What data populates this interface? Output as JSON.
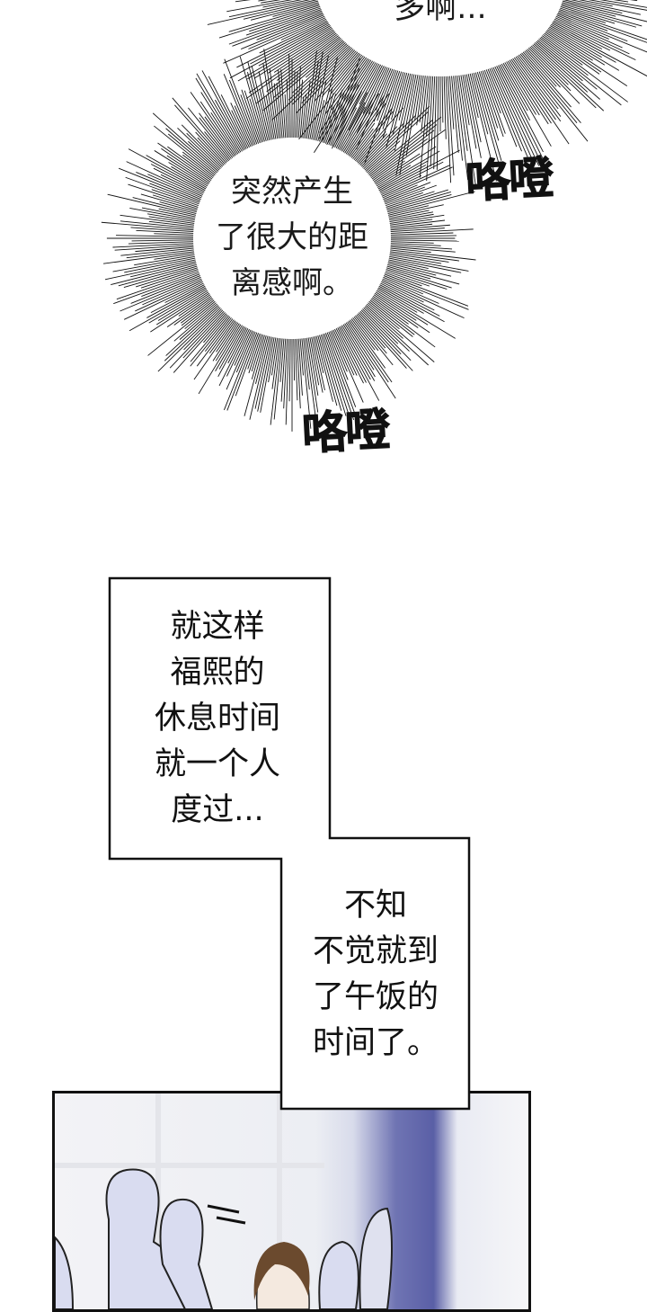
{
  "bubbles": [
    {
      "lines": [
        "多啊..."
      ]
    },
    {
      "lines": [
        "突然产生",
        "了很大的距",
        "离感啊。"
      ]
    }
  ],
  "sfx": [
    "咯噔",
    "咯噔"
  ],
  "captions": [
    {
      "lines": [
        "就这样",
        "福熙的",
        "休息时间",
        "就一个人",
        "度过..."
      ]
    },
    {
      "lines": [
        "不知",
        "不觉就到",
        "了午饭的",
        "时间了。"
      ]
    }
  ],
  "panel": {
    "background_accent": "#5a5fa6",
    "figure_color": "#d9dcf0",
    "hair_color": "#6b4a2e"
  }
}
